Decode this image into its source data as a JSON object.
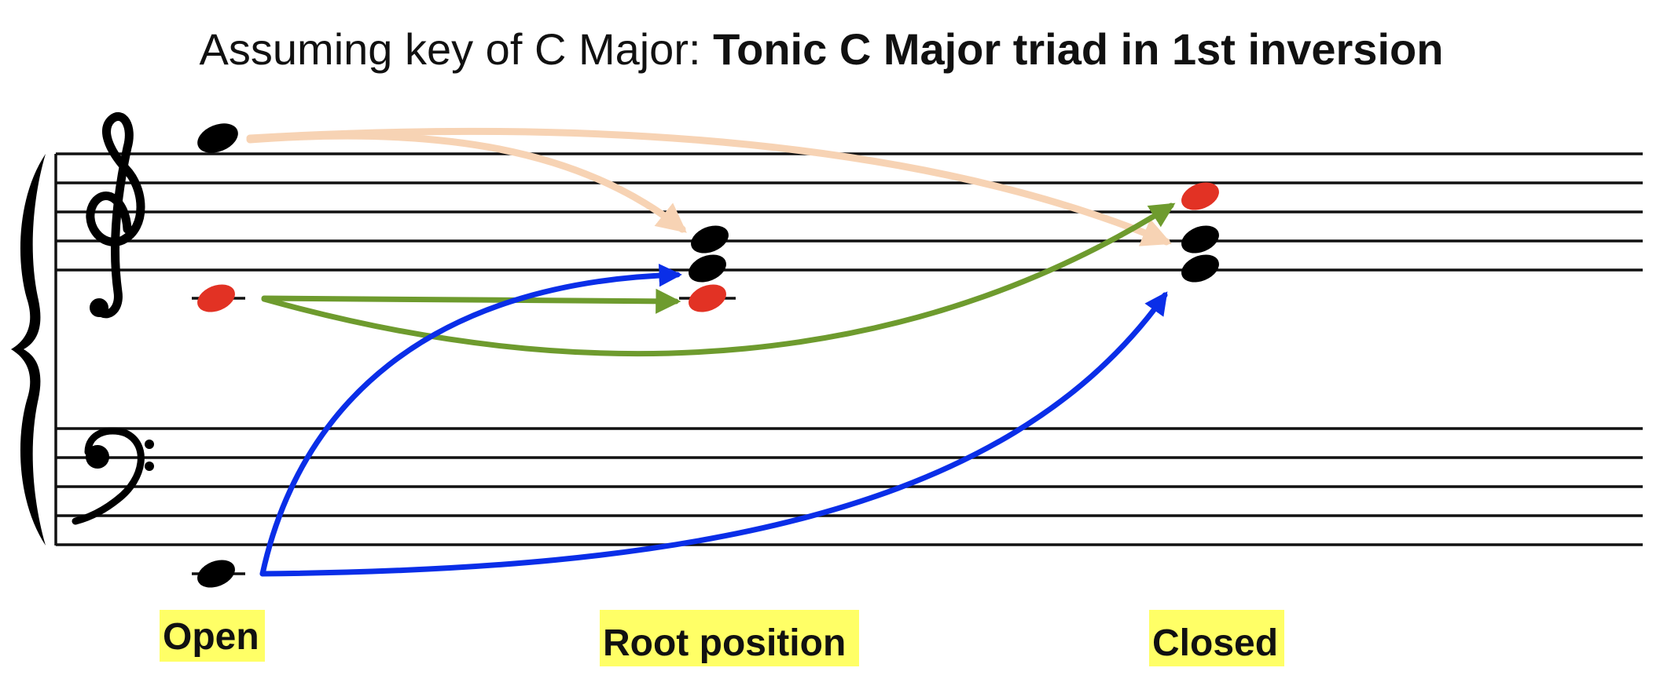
{
  "title": {
    "prefix": "Assuming key of C Major: ",
    "bold": "Tonic C Major triad in 1st inversion"
  },
  "labels": {
    "open": "Open",
    "root_position": "Root position",
    "closed": "Closed"
  },
  "colors": {
    "note_black": "#000000",
    "note_red": "#e23224",
    "label_highlight": "#ffff66",
    "arrow_peach": "#f7d3b4",
    "arrow_green": "#6e9b2e",
    "arrow_blue": "#0a2ee8",
    "staff_line": "#111111"
  },
  "icons": {
    "treble_clef": "treble-clef-icon",
    "bass_clef": "bass-clef-icon",
    "grand_staff_brace": "brace-icon"
  }
}
